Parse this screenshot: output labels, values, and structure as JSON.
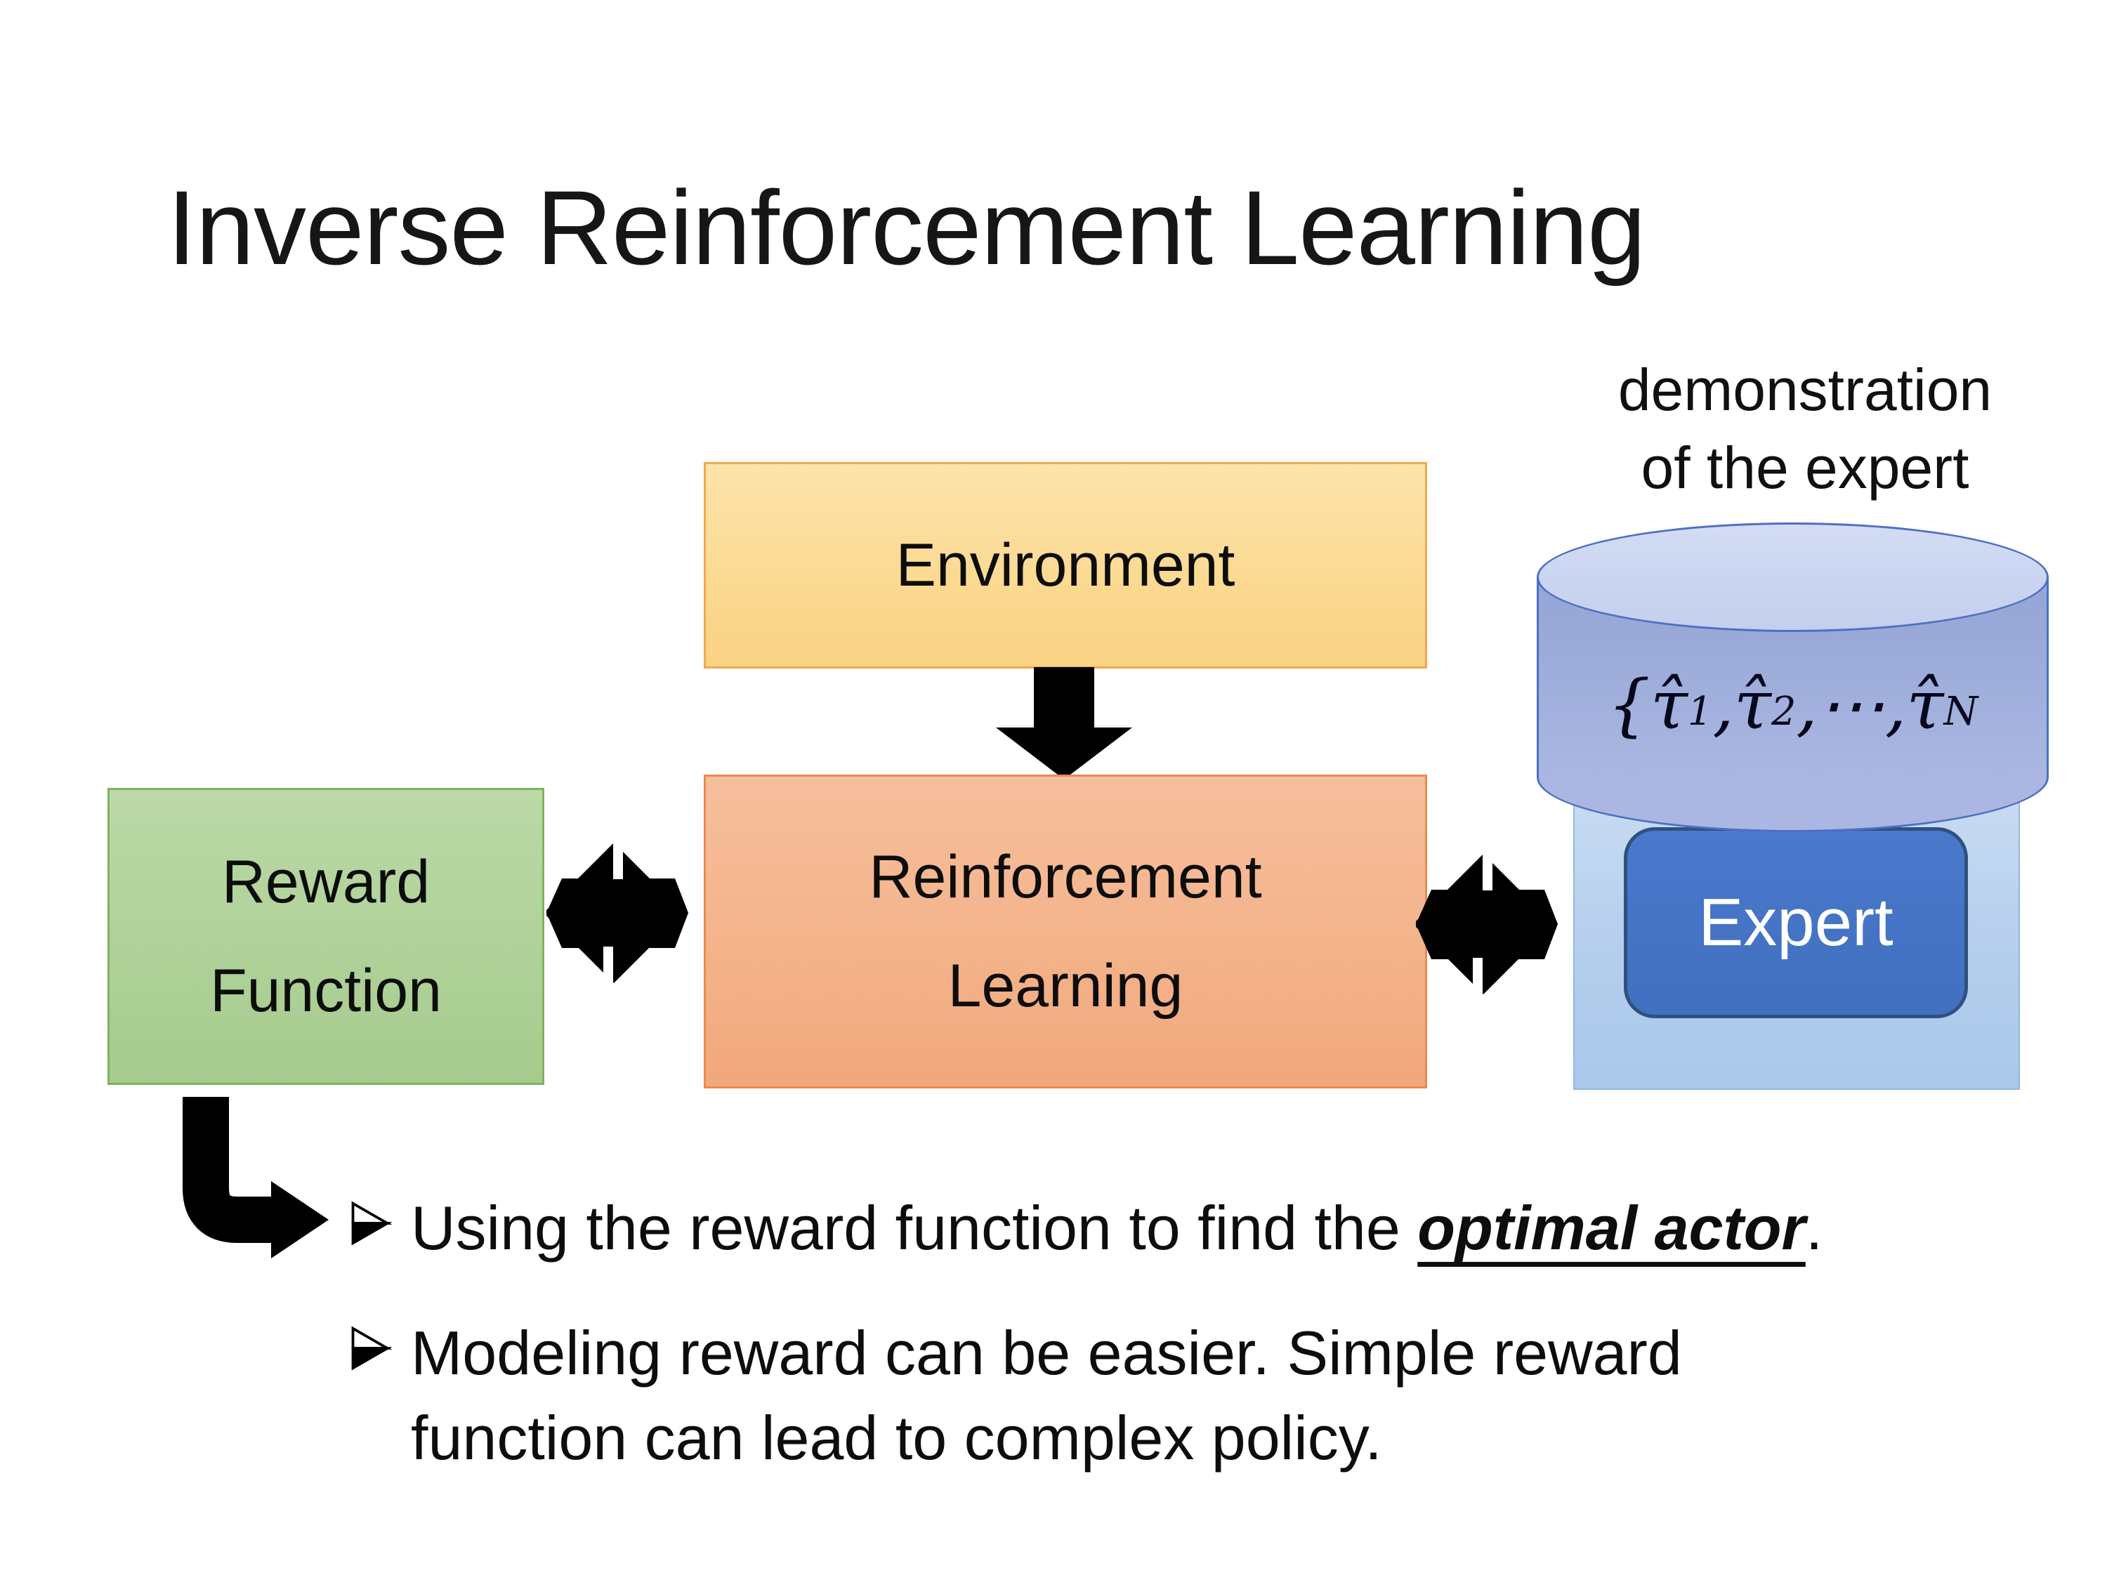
{
  "slide": {
    "title": "Inverse Reinforcement Learning"
  },
  "diagram": {
    "environment": {
      "label": "Environment"
    },
    "reinforcement_learning": {
      "line1": "Reinforcement",
      "line2": "Learning"
    },
    "reward_function": {
      "line1": "Reward",
      "line2": "Function"
    },
    "expert": {
      "label": "Expert"
    },
    "demo_label": {
      "line1": "demonstration",
      "line2": "of the expert"
    },
    "cylinder": {
      "formula": {
        "open": "{",
        "tau": "τ̂",
        "sub1": "1",
        "sub2": "2",
        "subN": "N",
        "comma": ", ",
        "dots": "⋯"
      }
    }
  },
  "bullets": [
    {
      "prefix": "Using the reward function to find the ",
      "emphasis": "optimal actor",
      "suffix": "."
    },
    {
      "text": "Modeling reward can be easier. Simple reward function can lead to complex policy."
    }
  ],
  "icons": {
    "down_arrow": "down-arrow-icon",
    "double_arrow": "double-headed-arrow-icon",
    "elbow_arrow": "elbow-arrow-icon",
    "bullet": "arrowhead-bullet-icon",
    "database": "database-cylinder"
  },
  "colors": {
    "environment_fill_top": "#FCE3AA",
    "environment_fill_bottom": "#FAD284",
    "environment_border": "#F0A94F",
    "rl_fill_top": "#F6BF9D",
    "rl_fill_bottom": "#F1A87B",
    "rl_border": "#E88B50",
    "reward_fill_top": "#BCD9A7",
    "reward_fill_bottom": "#A5CB8D",
    "reward_border": "#7FB260",
    "expert_panel_fill_top": "#C9DCF2",
    "expert_panel_fill_bottom": "#A9C8EA",
    "expert_panel_border": "#90B9E0",
    "expert_fill": "#4472C4",
    "expert_border": "#30517E",
    "expert_text": "#FFFFFF",
    "cylinder_top_fill": "#CBD5F0",
    "cylinder_body_top": "#94A4D5",
    "cylinder_body_bottom": "#ABB7E2",
    "cylinder_border": "#4E6FC3",
    "arrow_color": "#000000",
    "text_color": "#111111",
    "background": "#FFFFFF"
  }
}
